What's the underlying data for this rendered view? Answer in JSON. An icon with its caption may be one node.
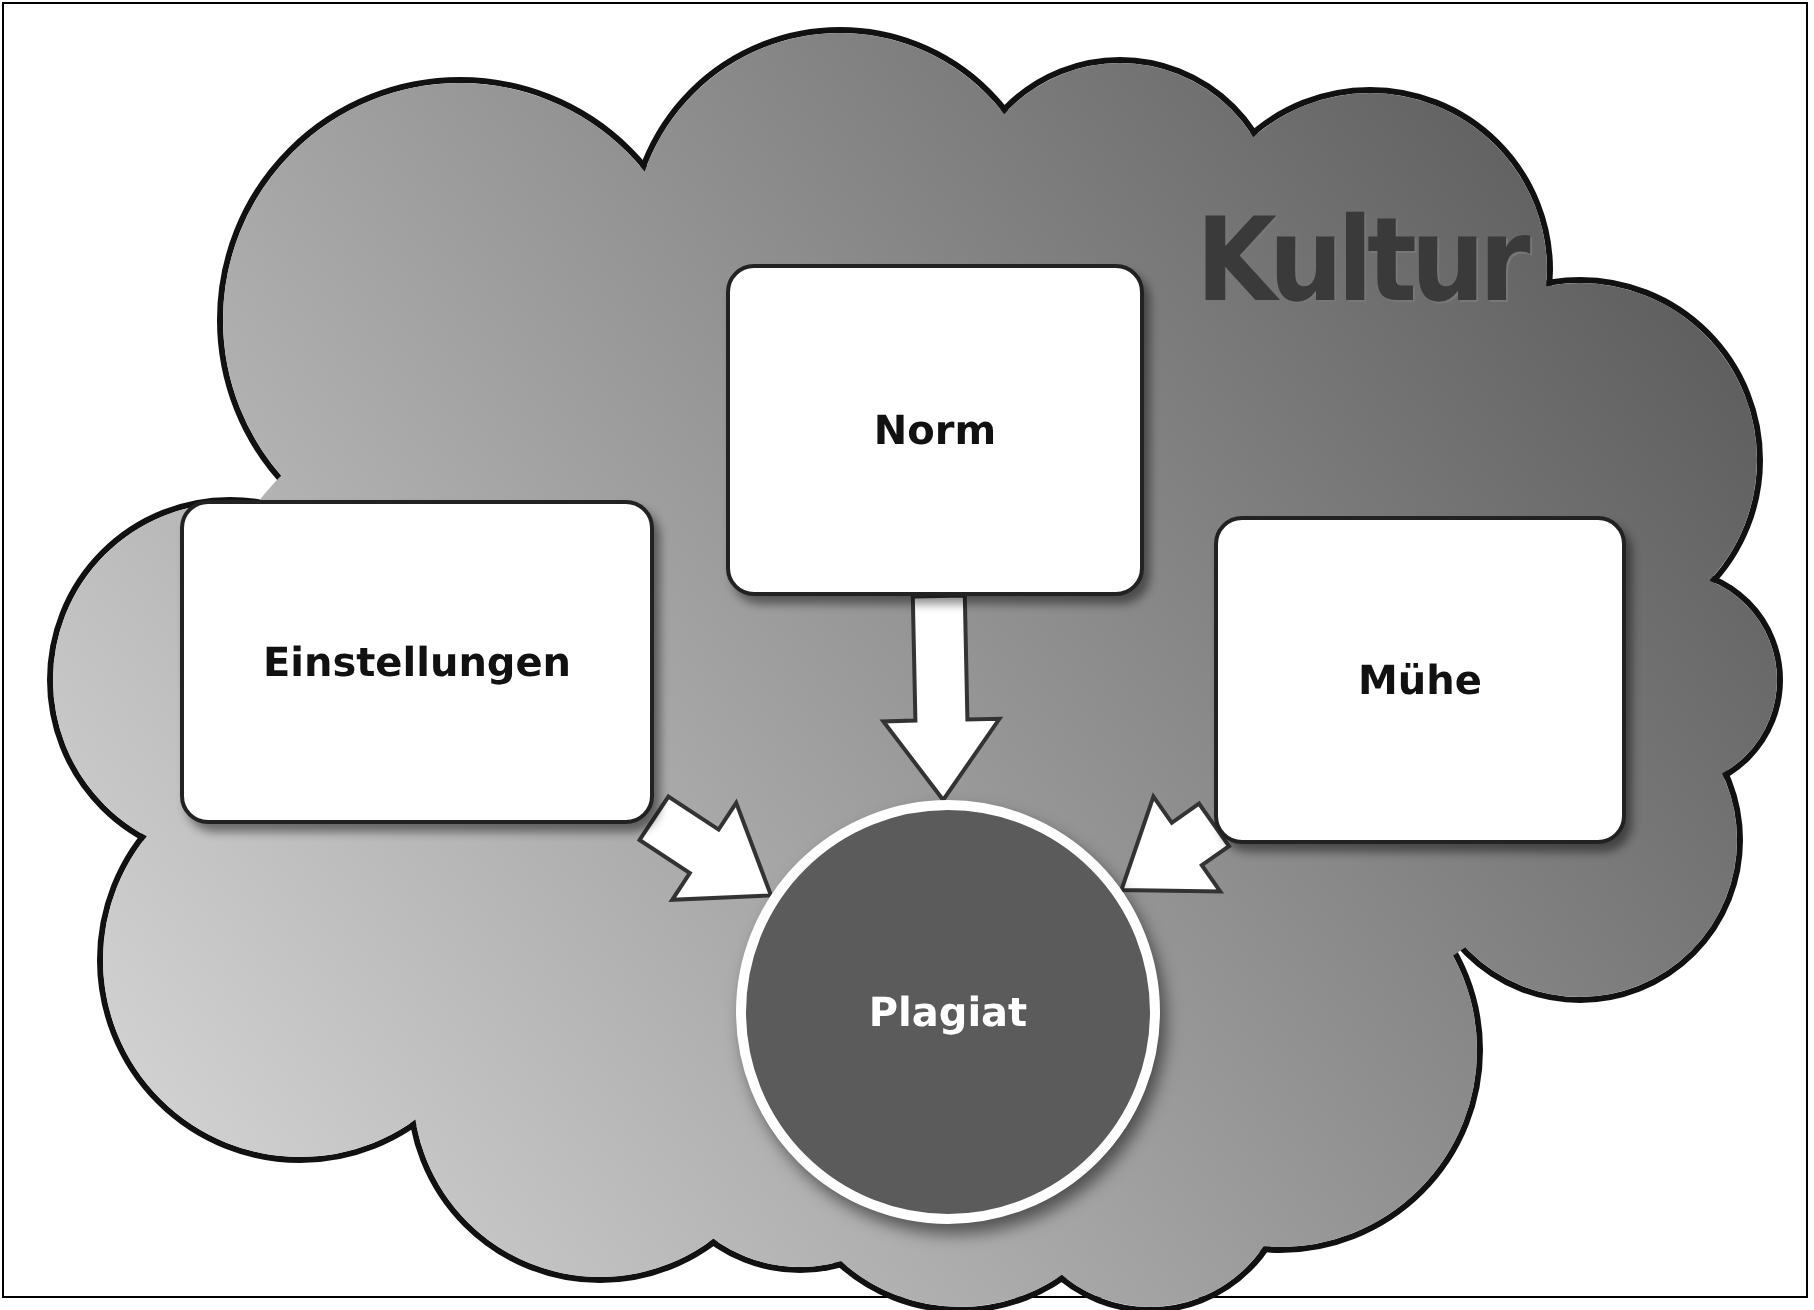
{
  "diagram": {
    "nodes": [
      {
        "text": [
          "Kultur"
        ]
      },
      {
        "text": [
          "Einstellungen"
        ],
        "in": 0
      },
      {
        "text": [
          "Norm"
        ],
        "in": 0
      },
      {
        "text": [
          "Mühe"
        ],
        "in": 0
      },
      {
        "text": [
          "Plagiat"
        ]
      }
    ],
    "edges": [
      {
        "from": 1,
        "to": 4,
        "arrow": "to",
        "style": "thick"
      },
      {
        "from": 2,
        "to": 4,
        "arrow": "to",
        "style": "thick"
      },
      {
        "from": 3,
        "to": 4,
        "arrow": "to",
        "style": "thick"
      }
    ]
  }
}
